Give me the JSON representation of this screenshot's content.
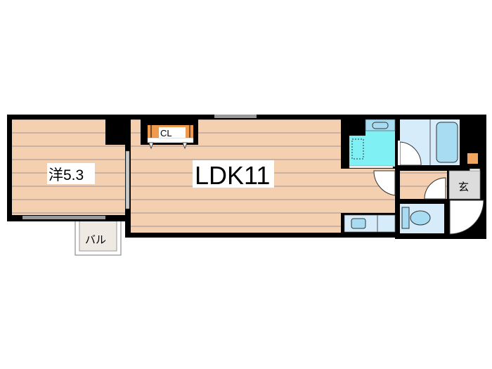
{
  "rooms": {
    "western_room": "洋5.3",
    "ldk": "LDK11",
    "closet": "CL",
    "balcony": "バル",
    "entrance": "玄"
  },
  "colors": {
    "floor_wood": "#f5d0b0",
    "floor_line": "#b9a79a",
    "wall": "#000000",
    "wet_area": "#d7ecfa",
    "fixture": "#a8dcf3",
    "kitchen_counter": "#7ff0f4",
    "entrance_floor": "#dcdcdc",
    "closet": "#ef9a4c",
    "shoe_box": "#f0a560"
  }
}
